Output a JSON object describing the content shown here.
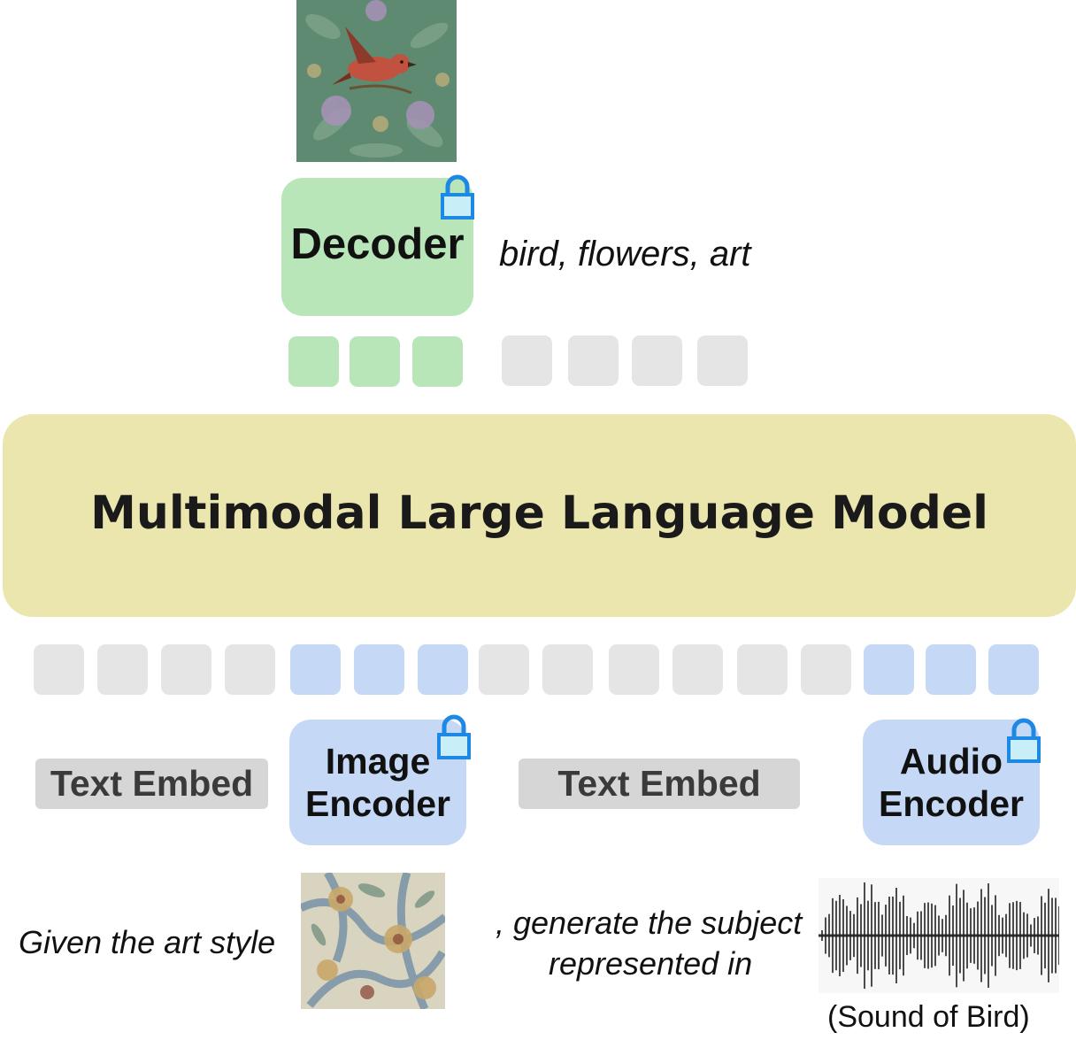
{
  "output_caption": "bird, flowers, art",
  "decoder": {
    "label": "Decoder"
  },
  "mllm": {
    "label": "Multimodal Large Language Model"
  },
  "inputs": {
    "text_embed_1": "Text Embed",
    "text_embed_2": "Text Embed",
    "image_encoder": {
      "line1": "Image",
      "line2": "Encoder"
    },
    "audio_encoder": {
      "line1": "Audio",
      "line2": "Encoder"
    }
  },
  "prompt": {
    "prefix": "Given the art style",
    "middle_line1": ", generate the subject",
    "middle_line2": "represented in",
    "audio_caption": "(Sound of Bird)"
  },
  "icons": {
    "lock": "lock-icon",
    "output_image": "bird-artwork-image",
    "input_image": "floral-pattern-image",
    "waveform": "audio-waveform-icon"
  },
  "colors": {
    "decoder": "#b8e6b8",
    "mllm": "#ebe5ae",
    "encoder": "#c5d8f6",
    "token_gray": "#e5e5e5",
    "text_embed": "#d6d6d6",
    "lock": "#1e88e5"
  }
}
